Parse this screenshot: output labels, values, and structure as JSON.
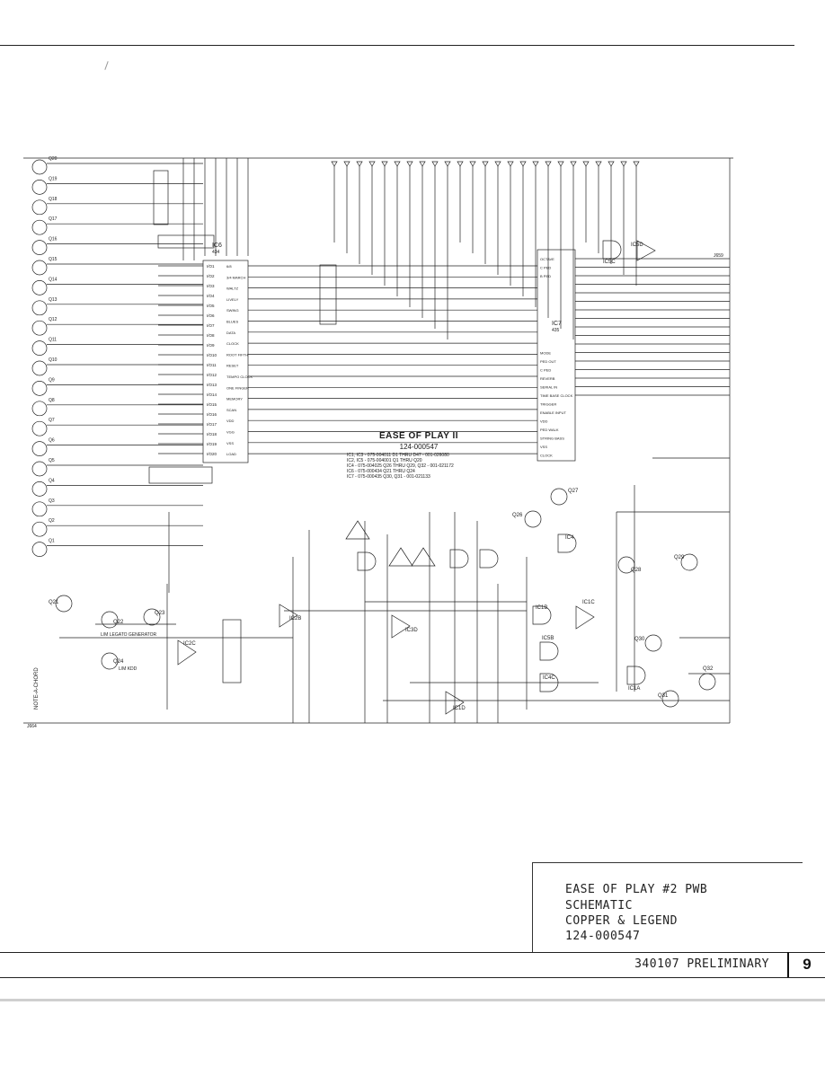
{
  "diagram": {
    "legend_title": "EASE OF PLAY II",
    "legend_part": "124-000547",
    "legend_parts_list": [
      "IC1, IC3 - 075-004011   D1 THRU D47 - 001-026080",
      "IC2, IC5 - 075-004001   Q1 THRU Q20",
      "IC4 - 075-004025   Q26 THRU Q29, Q32 - 001-021172",
      "IC6 - 075-000434   Q21 THRU Q24",
      "IC7 - 075-000435   Q30, Q31 - 001-021133"
    ],
    "labels": {
      "ic6": "IC6",
      "ic6_num": "434",
      "ic7": "IC7",
      "ic7_num": "435",
      "ic5c": "IC5C",
      "ic5d": "IC5D",
      "ic2c": "IC2C",
      "ic2b": "IC2B",
      "ic3d": "IC3D",
      "ic1d": "IC1D",
      "ic1b": "IC1B",
      "ic1c": "IC1C",
      "ic5b": "IC5B",
      "ic4c": "IC4C",
      "ic1a": "IC1A",
      "ic4": "IC4",
      "q27": "Q27",
      "q26": "Q26",
      "q28": "Q28",
      "q29": "Q29",
      "q30": "Q30",
      "q31": "Q31",
      "q32": "Q32",
      "q21": "Q21",
      "q22": "Q22",
      "q23": "Q23",
      "q24": "Q24",
      "legato": "L/M LEGATO GENERATOR",
      "lmkdd": "L/M KDD",
      "note_chord": "NOTE-A-CHORD",
      "j664": "J664",
      "j659": "J659"
    },
    "transistors_left": [
      "Q20",
      "Q19",
      "Q18",
      "Q17",
      "Q16",
      "Q15",
      "Q14",
      "Q13",
      "Q12",
      "Q11",
      "Q10",
      "Q9",
      "Q8",
      "Q7",
      "Q6",
      "Q5",
      "Q4",
      "Q3",
      "Q2",
      "Q1"
    ],
    "ic6_pins": [
      "I/O1",
      "I/O2",
      "I/O3",
      "I/O4",
      "I/O5",
      "I/O6",
      "I/O7",
      "I/O8",
      "I/O9",
      "I/O10",
      "I/O11",
      "I/O12",
      "I/O13",
      "I/O14",
      "I/O15",
      "I/O16",
      "I/O17",
      "I/O18",
      "I/O19",
      "I/O20"
    ],
    "ic6_right_pins": [
      "6/8",
      "3/4 MARCH",
      "WALTZ",
      "LIVELY",
      "SWING",
      "BLUES",
      "DATA",
      "CLOCK",
      "ROOT FIFTH",
      "RESET",
      "TEMPO CLOCK",
      "ONE FINGER",
      "MEMORY",
      "SCAN",
      "VDD",
      "VGG",
      "VSS",
      "LOAD"
    ],
    "ic7_pins": [
      "OCTAVE",
      "C PED",
      "B PED",
      "",
      "",
      "",
      "",
      "",
      "",
      "",
      "",
      "MODE",
      "PED OUT",
      "C PED",
      "REVERB",
      "SERIAL IN",
      "TIME BASE CLOCK",
      "TRIGGER",
      "ENABLE INPUT",
      "VDD",
      "PED WALK",
      "STRING BASS",
      "VSS",
      "CLOCK"
    ]
  },
  "title_block": {
    "line1": "EASE OF PLAY #2 PWB",
    "line2": "SCHEMATIC",
    "line3": "COPPER & LEGEND",
    "line4": "124-000547"
  },
  "footer": {
    "doc_number": "340107 PRELIMINARY",
    "page_number": "9"
  }
}
